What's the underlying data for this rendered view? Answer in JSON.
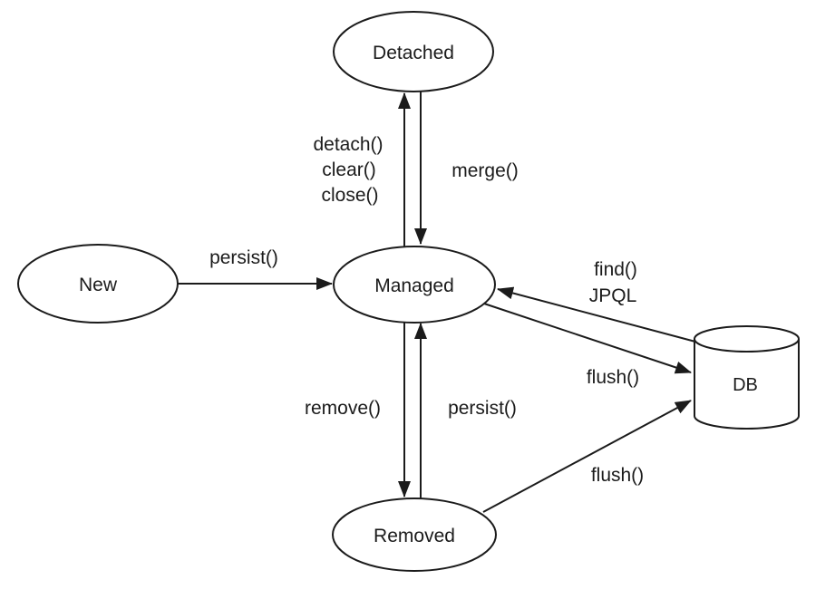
{
  "diagram": {
    "type": "state-diagram",
    "background_color": "#ffffff",
    "line_color": "#1b1b1b",
    "text_color": "#1b1b1b",
    "nodes": {
      "new": {
        "label": "New",
        "shape": "ellipse"
      },
      "managed": {
        "label": "Managed",
        "shape": "ellipse"
      },
      "detached": {
        "label": "Detached",
        "shape": "ellipse"
      },
      "removed": {
        "label": "Removed",
        "shape": "ellipse"
      },
      "db": {
        "label": "DB",
        "shape": "cylinder"
      }
    },
    "edges": [
      {
        "from": "new",
        "to": "managed",
        "label": "persist()"
      },
      {
        "from": "managed",
        "to": "detached",
        "labels": [
          "detach()",
          "clear()",
          "close()"
        ]
      },
      {
        "from": "detached",
        "to": "managed",
        "label": "merge()"
      },
      {
        "from": "managed",
        "to": "removed",
        "label": "remove()"
      },
      {
        "from": "removed",
        "to": "managed",
        "label": "persist()"
      },
      {
        "from": "db",
        "to": "managed",
        "labels": [
          "find()",
          "JPQL"
        ]
      },
      {
        "from": "managed",
        "to": "db",
        "label": "flush()"
      },
      {
        "from": "removed",
        "to": "db",
        "label": "flush()"
      }
    ]
  }
}
